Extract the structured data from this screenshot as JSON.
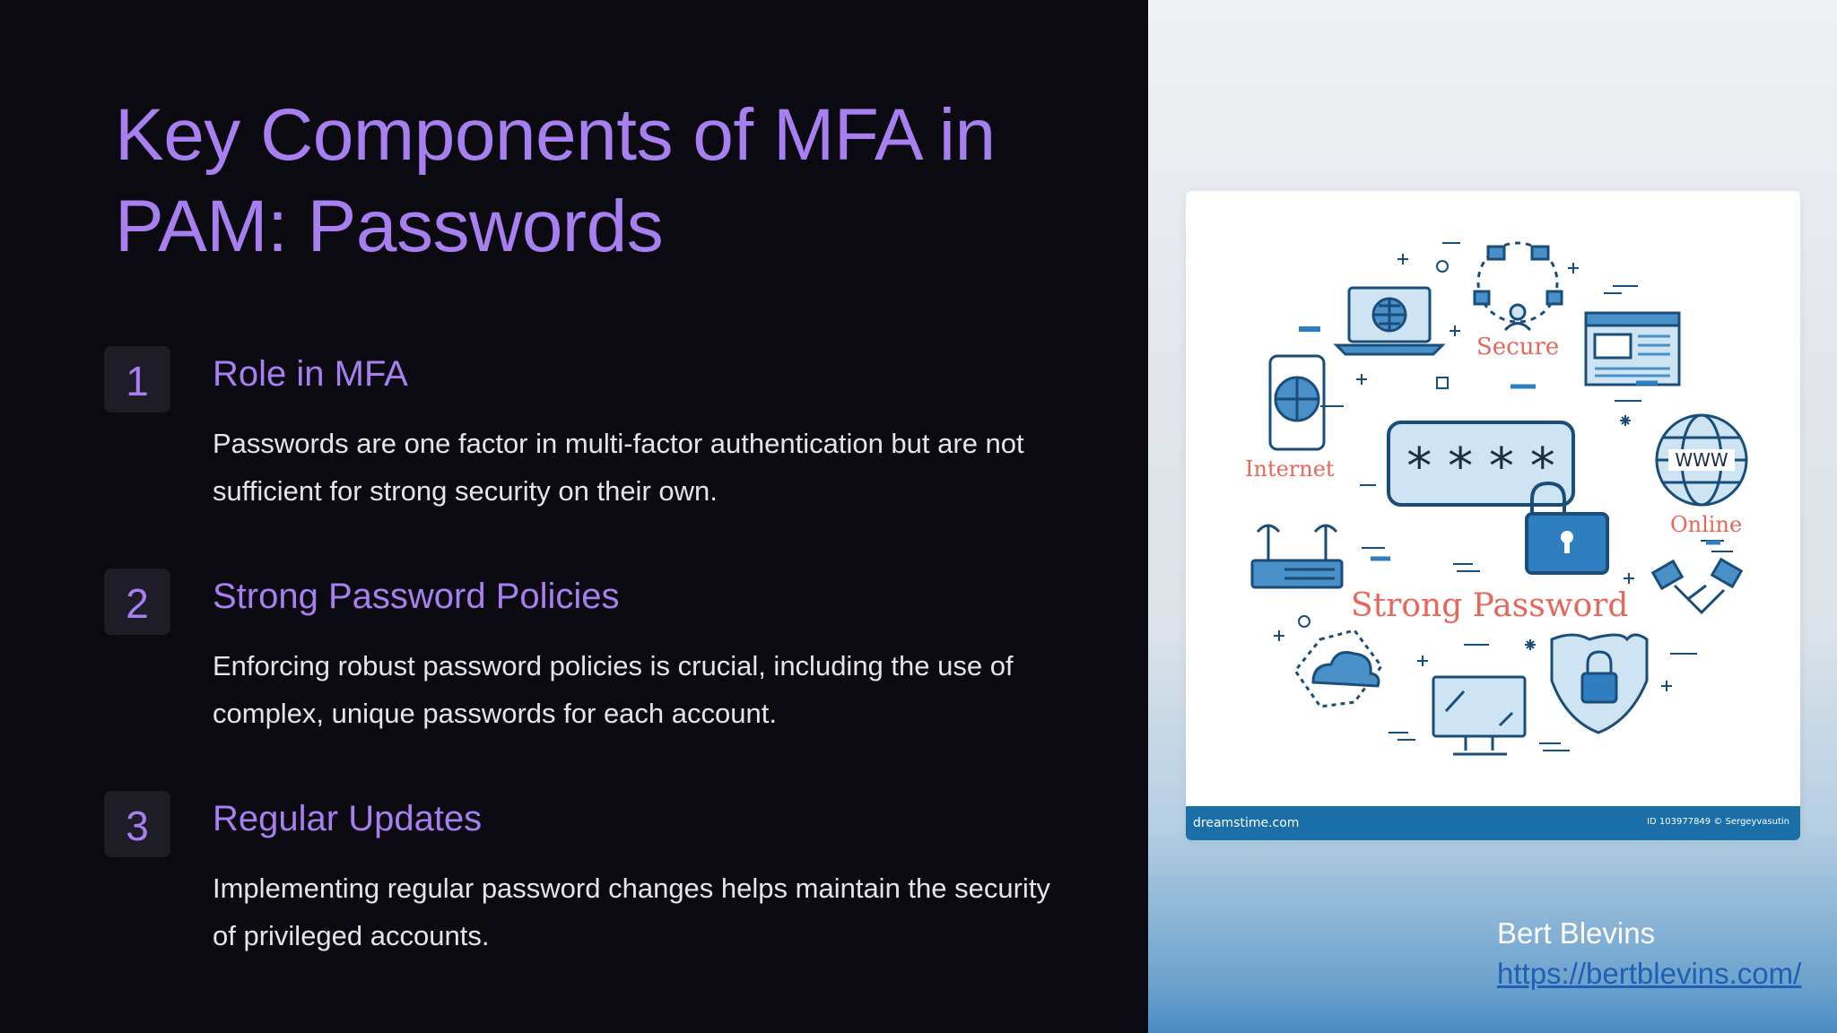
{
  "slide": {
    "title": "Key Components of MFA in PAM: Passwords",
    "items": [
      {
        "number": "1",
        "heading": "Role in MFA",
        "text": "Passwords are one factor in multi-factor authentication but are not sufficient for strong security on their own."
      },
      {
        "number": "2",
        "heading": "Strong Password Policies",
        "text": "Enforcing robust password policies is crucial, including the use of complex, unique passwords for each account."
      },
      {
        "number": "3",
        "heading": "Regular Updates",
        "text": "Implementing regular password changes helps maintain the security of privileged accounts."
      }
    ]
  },
  "illustration": {
    "labels": {
      "secure": "Secure",
      "internet": "Internet",
      "online": "Online",
      "strong_password": "Strong Password",
      "www": "WWW",
      "masked": "* * * *"
    },
    "watermark_left": "dreamstime.com",
    "watermark_right": "ID 103977849 © Sergeyvasutin"
  },
  "footer": {
    "author": "Bert Blevins",
    "url": "https://bertblevins.com/"
  },
  "colors": {
    "accent": "#a87ff0",
    "icon_blue": "#1a6fa9",
    "label_red": "#e8665a"
  }
}
